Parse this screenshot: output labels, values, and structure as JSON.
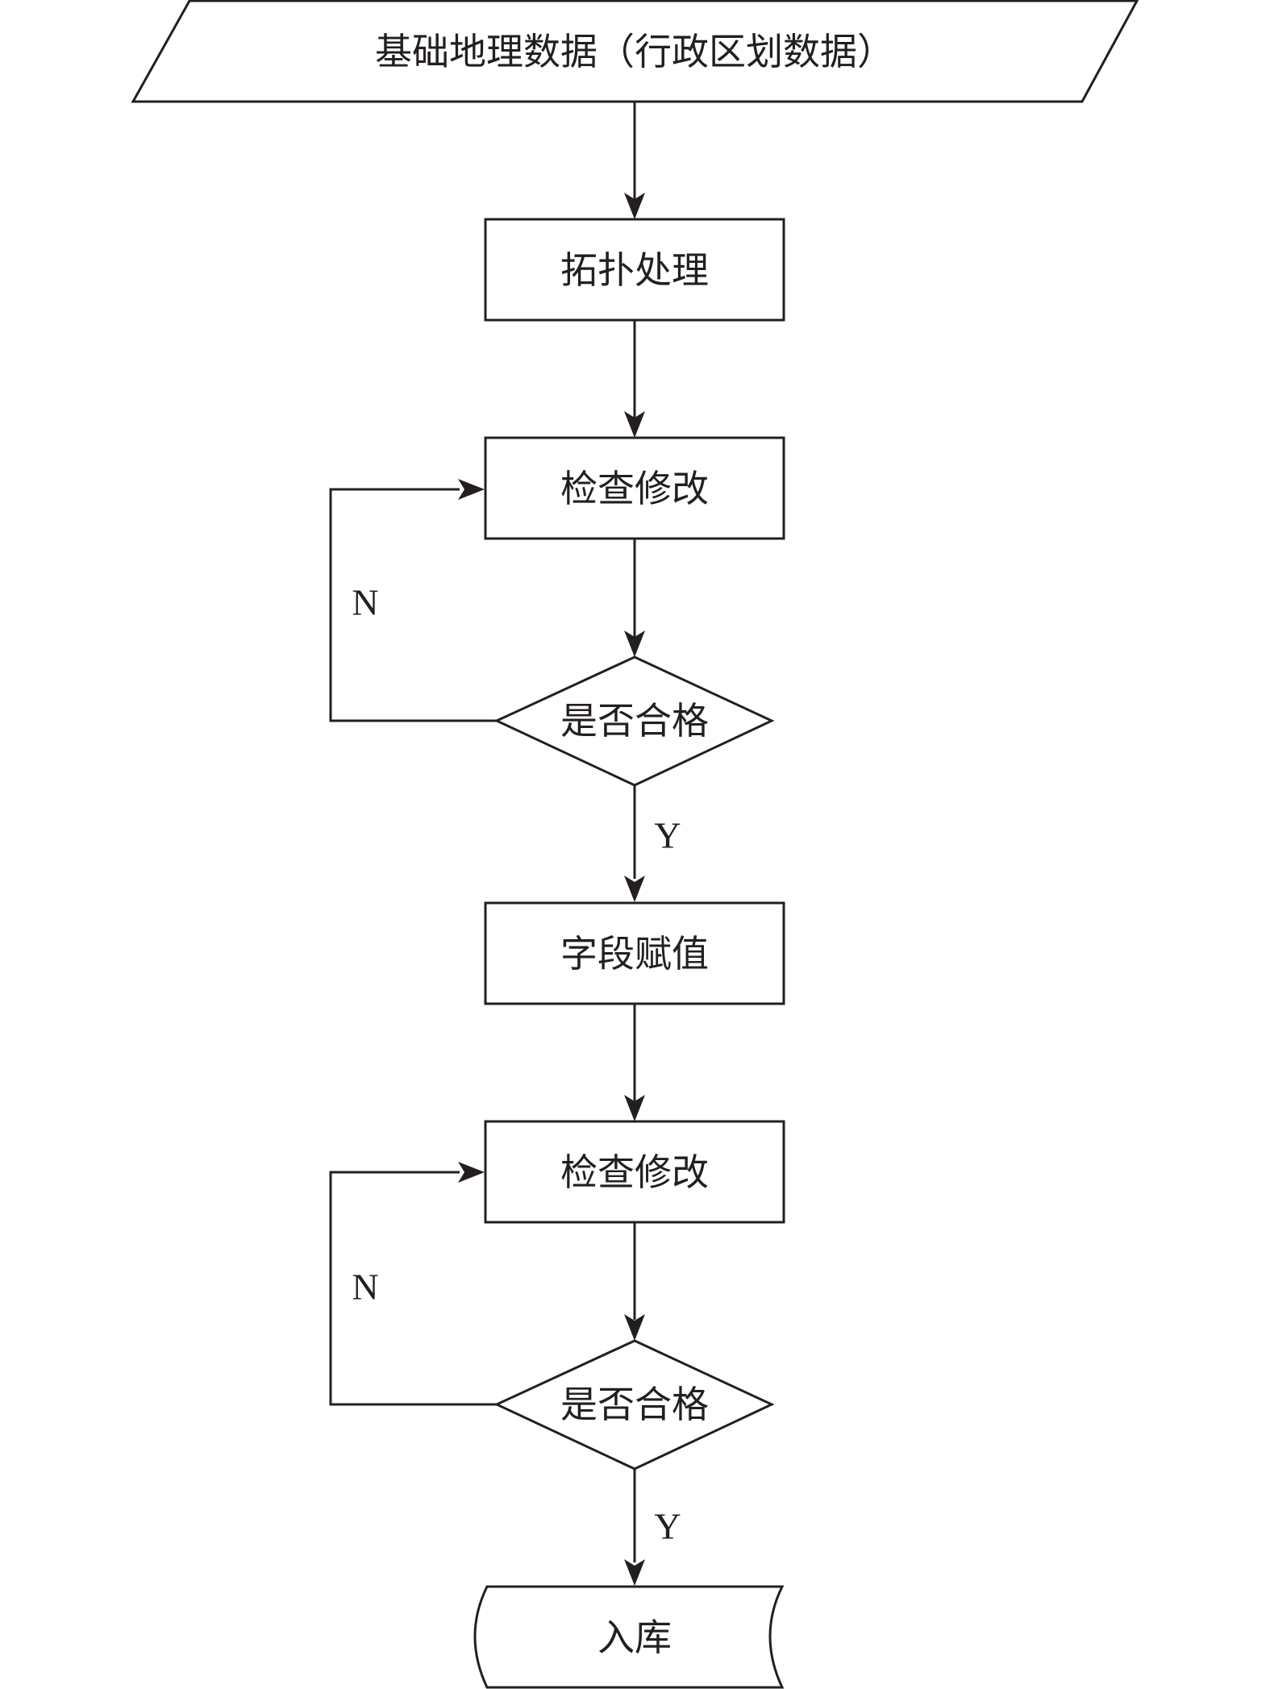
{
  "diagram": {
    "type": "flowchart",
    "nodes": {
      "input": {
        "label": "基础地理数据（行政区划数据）",
        "shape": "parallelogram"
      },
      "topology": {
        "label": "拓扑处理",
        "shape": "process"
      },
      "check1": {
        "label": "检查修改",
        "shape": "process"
      },
      "decision1": {
        "label": "是否合格",
        "shape": "decision"
      },
      "assign": {
        "label": "字段赋值",
        "shape": "process"
      },
      "check2": {
        "label": "检查修改",
        "shape": "process"
      },
      "decision2": {
        "label": "是否合格",
        "shape": "decision"
      },
      "store": {
        "label": "入库",
        "shape": "stored-data"
      }
    },
    "edges": [
      {
        "from": "input",
        "to": "topology",
        "label": ""
      },
      {
        "from": "topology",
        "to": "check1",
        "label": ""
      },
      {
        "from": "check1",
        "to": "decision1",
        "label": ""
      },
      {
        "from": "decision1",
        "to": "check1",
        "label": "N"
      },
      {
        "from": "decision1",
        "to": "assign",
        "label": "Y"
      },
      {
        "from": "assign",
        "to": "check2",
        "label": ""
      },
      {
        "from": "check2",
        "to": "decision2",
        "label": ""
      },
      {
        "from": "decision2",
        "to": "check2",
        "label": "N"
      },
      {
        "from": "decision2",
        "to": "store",
        "label": "Y"
      }
    ],
    "colors": {
      "stroke": "#231f20",
      "fill": "#ffffff",
      "text": "#231f20"
    }
  }
}
